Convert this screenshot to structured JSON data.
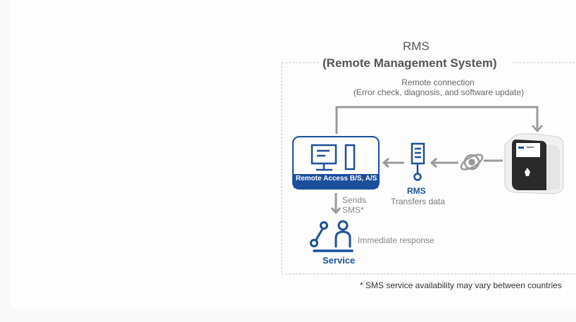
{
  "diagram": {
    "title_line1": "RMS",
    "title_line2": "(Remote Management System)",
    "connection_line1": "Remote connection",
    "connection_line2": "(Error check, diagnosis, and software update)",
    "device_label": "Remote Access B/S, A/S",
    "rms_label": "RMS",
    "rms_sublabel": "Transfers data",
    "sends_line1": "Sends",
    "sends_line2": "SMS*",
    "response_label": "Immediate response",
    "service_label": "Service",
    "footnote": "* SMS service availability may vary between countries"
  },
  "colors": {
    "primary_blue": "#1b4f9c",
    "arrow_gray": "#9a9a9a",
    "dashed_border": "#c8c8c8"
  },
  "icons": [
    "computer-icon",
    "server-icon",
    "network-icon",
    "analyzer-icon",
    "service-person-icon"
  ]
}
